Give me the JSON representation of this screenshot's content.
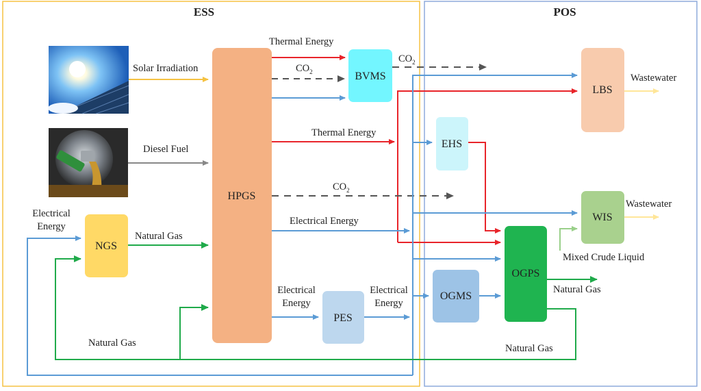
{
  "sections": {
    "ess": "ESS",
    "pos": "POS"
  },
  "boxes": {
    "hpgs": "HPGS",
    "bvms": "BVMS",
    "ngs": "NGS",
    "pes": "PES",
    "ehs": "EHS",
    "lbs": "LBS",
    "wis": "WIS",
    "ogps": "OGPS",
    "ogms": "OGMS"
  },
  "flows": {
    "solar_irradiation": "Solar Irradiation",
    "diesel_fuel": "Diesel Fuel",
    "electrical_energy_left_1": "Electrical",
    "electrical_energy_left_2": "Energy",
    "natural_gas_ngs": "Natural Gas",
    "natural_gas_bottom_left": "Natural Gas",
    "thermal_energy_top": "Thermal Energy",
    "thermal_energy_mid": "Thermal Energy",
    "co2_1": "CO",
    "co2_2": "CO",
    "co2_3": "CO",
    "co2_sub": "2",
    "electrical_energy_mid": "Electrical Energy",
    "electrical_energy_pes_in_1": "Electrical",
    "electrical_energy_pes_in_2": "Energy",
    "electrical_energy_pes_out_1": "Electrical",
    "electrical_energy_pes_out_2": "Energy",
    "wastewater_lbs": "Wastewater",
    "wastewater_wis": "Wastewater",
    "mixed_crude_liquid": "Mixed Crude Liquid",
    "natural_gas_ogps": "Natural Gas",
    "natural_gas_bottom_right": "Natural Gas"
  },
  "images": {
    "solar": "solar-panel-image",
    "diesel": "diesel-nozzle-image"
  },
  "colors": {
    "ess_border": "#f5c242",
    "pos_border": "#8eaadb",
    "hpgs": "#f4b183",
    "bvms": "#73f6ff",
    "ngs": "#ffd966",
    "pes": "#bdd7ee",
    "ehs": "#ccf5fb",
    "lbs": "#f8cbad",
    "wis": "#a9d18e",
    "ogps": "#1fb450",
    "ogms": "#9dc3e6",
    "thermal": "#e8242a",
    "electric": "#5b9bd5",
    "gas": "#1faa4a",
    "co2": "#555555",
    "solar": "#f5c242",
    "diesel": "#888888",
    "wastewater": "#ffe699",
    "mixed": "#9ad08a"
  }
}
